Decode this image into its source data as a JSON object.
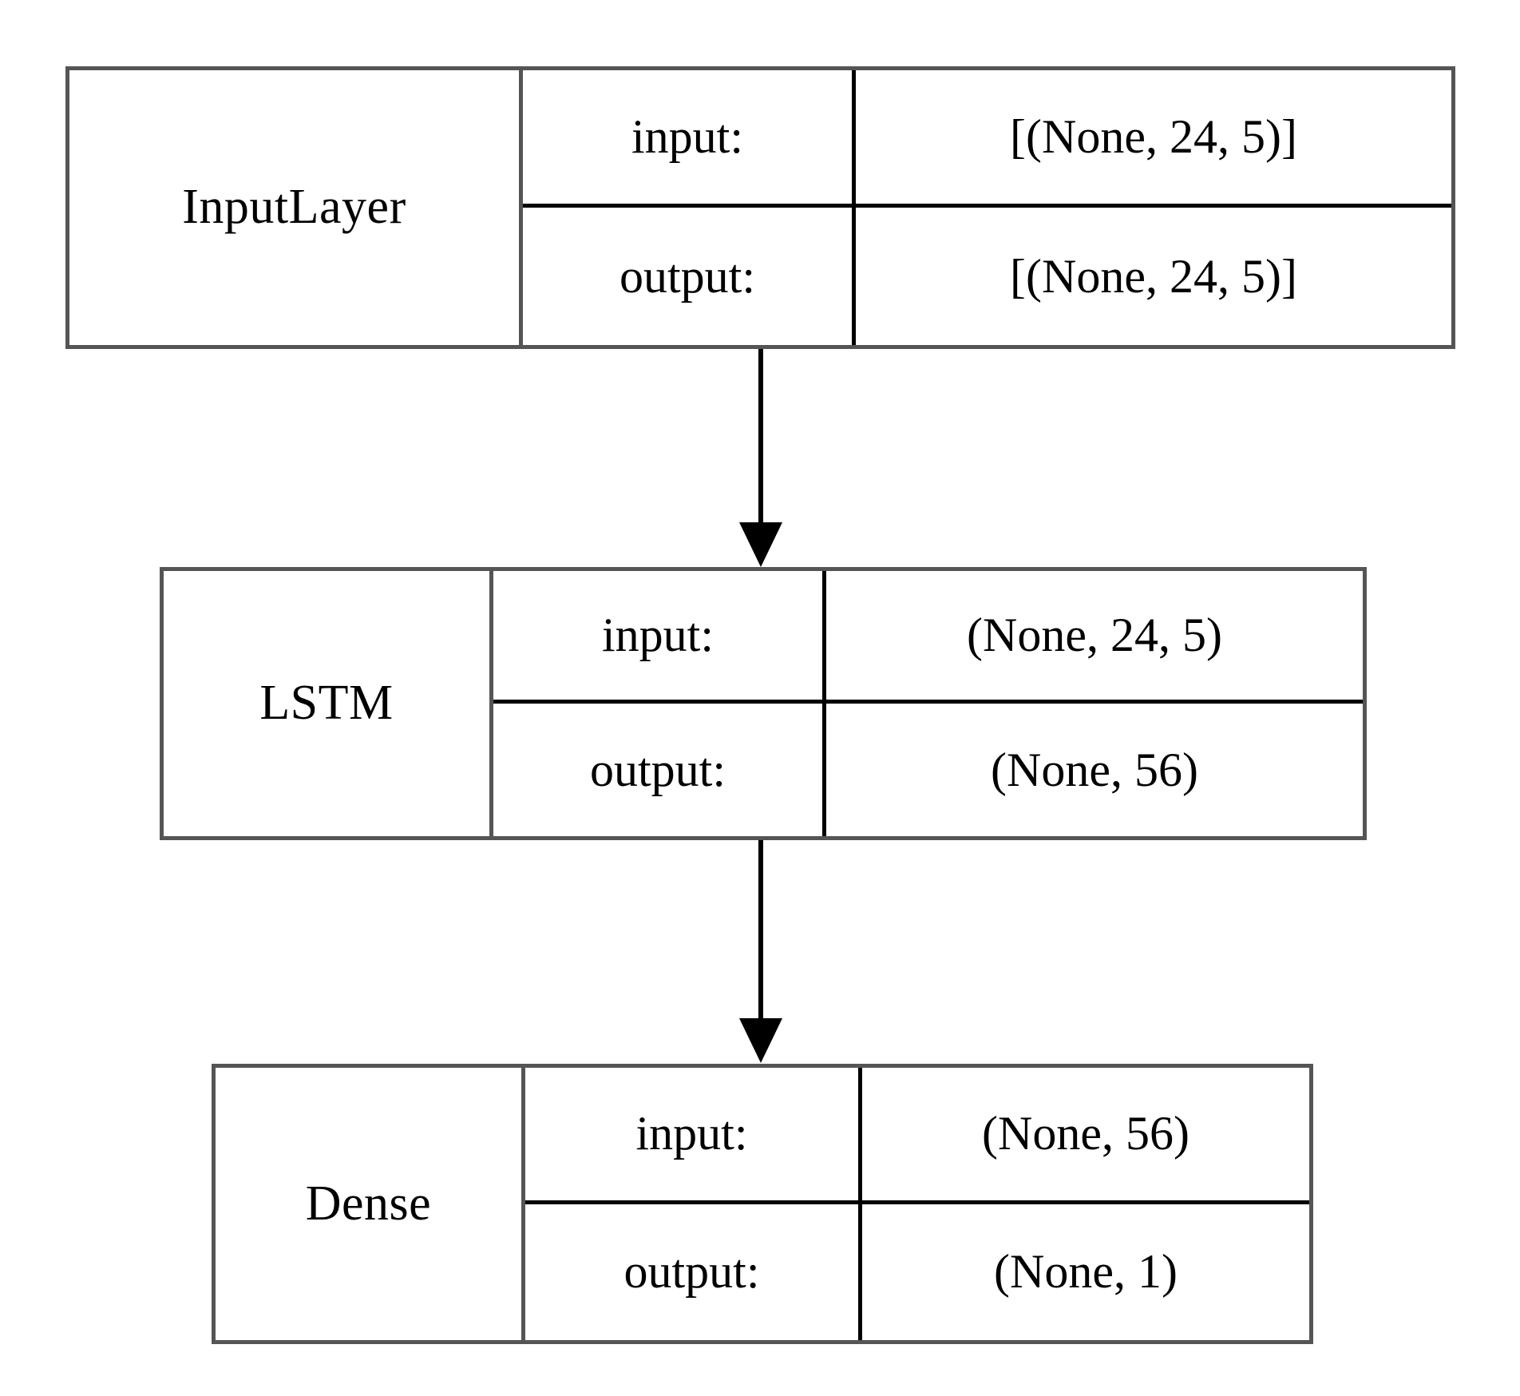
{
  "diagram": {
    "title": "Keras model architecture graph",
    "type": "neural-network-layer-graph",
    "orientation": "top-to-bottom",
    "colors": {
      "box_border": "#555555",
      "inner_rule": "#000000",
      "background": "#ffffff",
      "text": "#000000",
      "arrow": "#000000"
    },
    "labels": {
      "input_key": "input:",
      "output_key": "output:"
    },
    "nodes": [
      {
        "id": "input-layer",
        "name": "InputLayer",
        "input_label": "input:",
        "input_shape": "[(None, 24, 5)]",
        "output_label": "output:",
        "output_shape": "[(None, 24, 5)]"
      },
      {
        "id": "lstm",
        "name": "LSTM",
        "input_label": "input:",
        "input_shape": "(None, 24, 5)",
        "output_label": "output:",
        "output_shape": "(None, 56)"
      },
      {
        "id": "dense",
        "name": "Dense",
        "input_label": "input:",
        "input_shape": "(None, 56)",
        "output_label": "output:",
        "output_shape": "(None, 1)"
      }
    ],
    "edges": [
      {
        "id": "edge-input-to-lstm",
        "from": "input-layer",
        "to": "lstm",
        "style": "solid-arrow"
      },
      {
        "id": "edge-lstm-to-dense",
        "from": "lstm",
        "to": "dense",
        "style": "solid-arrow"
      }
    ]
  }
}
